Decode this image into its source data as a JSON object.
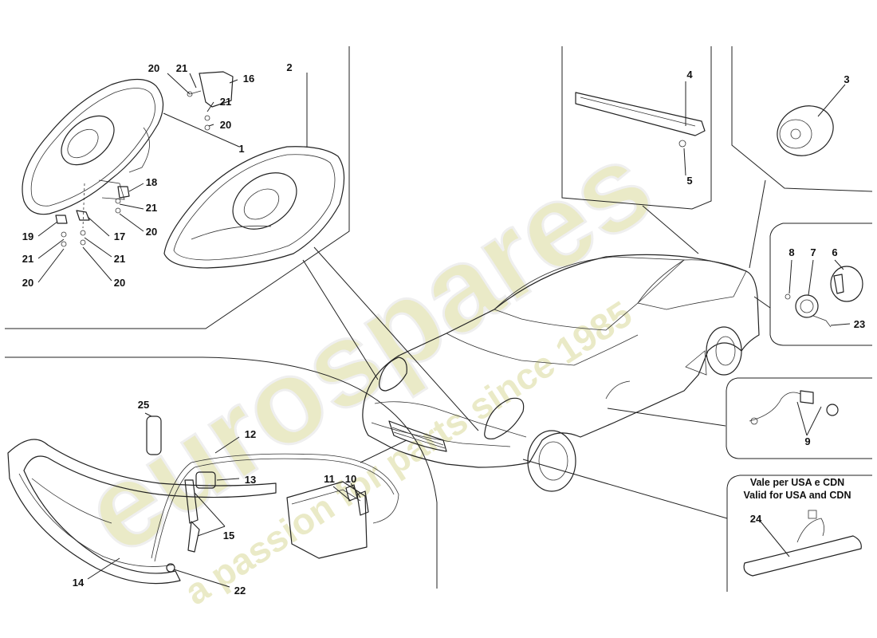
{
  "note_lines": [
    "Vale per USA e CDN",
    "Valid for USA and CDN"
  ],
  "watermark": {
    "brand": "eurospares",
    "tagline": "a passion for parts since 1985"
  },
  "colors": {
    "line": "#222222",
    "watermark_fill": "#d9d99a",
    "watermark_outline": "#e6e6e6"
  },
  "callouts": [
    {
      "id": "c1",
      "label": "1"
    },
    {
      "id": "c2",
      "label": "2"
    },
    {
      "id": "c3",
      "label": "3"
    },
    {
      "id": "c4",
      "label": "4"
    },
    {
      "id": "c5",
      "label": "5"
    },
    {
      "id": "c6",
      "label": "6"
    },
    {
      "id": "c7",
      "label": "7"
    },
    {
      "id": "c8",
      "label": "8"
    },
    {
      "id": "c9",
      "label": "9"
    },
    {
      "id": "c10",
      "label": "10"
    },
    {
      "id": "c11",
      "label": "11"
    },
    {
      "id": "c12",
      "label": "12"
    },
    {
      "id": "c13",
      "label": "13"
    },
    {
      "id": "c14",
      "label": "14"
    },
    {
      "id": "c15",
      "label": "15"
    },
    {
      "id": "c16",
      "label": "16"
    },
    {
      "id": "c17",
      "label": "17"
    },
    {
      "id": "c18",
      "label": "18"
    },
    {
      "id": "c19",
      "label": "19"
    },
    {
      "id": "c20a",
      "label": "20"
    },
    {
      "id": "c20b",
      "label": "20"
    },
    {
      "id": "c20c",
      "label": "20"
    },
    {
      "id": "c20d",
      "label": "20"
    },
    {
      "id": "c20e",
      "label": "20"
    },
    {
      "id": "c21a",
      "label": "21"
    },
    {
      "id": "c21b",
      "label": "21"
    },
    {
      "id": "c21c",
      "label": "21"
    },
    {
      "id": "c21d",
      "label": "21"
    },
    {
      "id": "c21e",
      "label": "21"
    },
    {
      "id": "c22",
      "label": "22"
    },
    {
      "id": "c23",
      "label": "23"
    },
    {
      "id": "c24",
      "label": "24"
    },
    {
      "id": "c25",
      "label": "25"
    }
  ]
}
